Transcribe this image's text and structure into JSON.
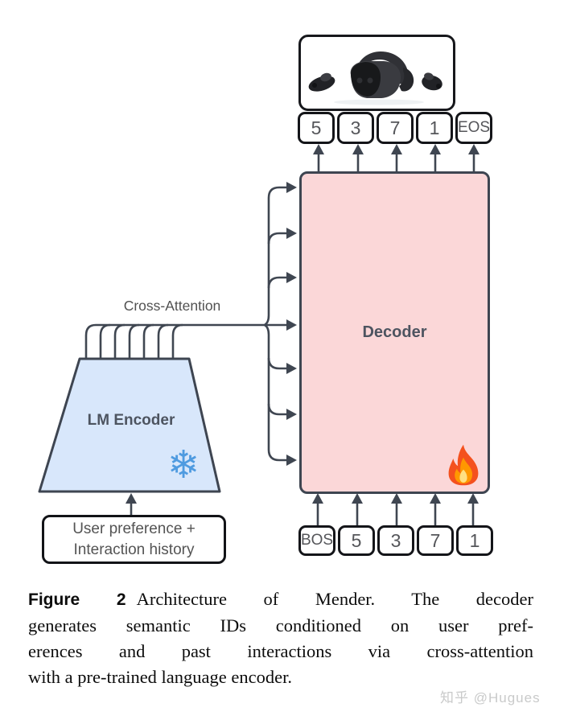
{
  "figure": {
    "output_tokens": [
      "5",
      "3",
      "7",
      "1",
      "EOS"
    ],
    "decoder_label": "Decoder",
    "encoder_label": "LM Encoder",
    "cross_attention_label": "Cross-Attention",
    "input_tokens": [
      "BOS",
      "5",
      "3",
      "7",
      "1"
    ],
    "input_box_line1": "User preference +",
    "input_box_line2": "Interaction history",
    "snowflake_glyph": "❄",
    "icons": {
      "frozen": "snowflake-icon",
      "trainable": "fire-icon",
      "item": "vr-headset-image"
    }
  },
  "caption": {
    "label": "Figure 2",
    "lines": [
      "Architecture of Mender. The decoder",
      "generates semantic IDs conditioned on user pref-",
      "erences and past interactions via cross-attention",
      "with a pre-trained language encoder."
    ]
  },
  "watermark": "知乎 @Hugues",
  "colors": {
    "decoder_fill": "#fbd7d8",
    "encoder_fill": "#d8e7fb",
    "connector": "#3f4651",
    "token_border": "#141519",
    "snowflake_blue": "#4f9be0"
  }
}
